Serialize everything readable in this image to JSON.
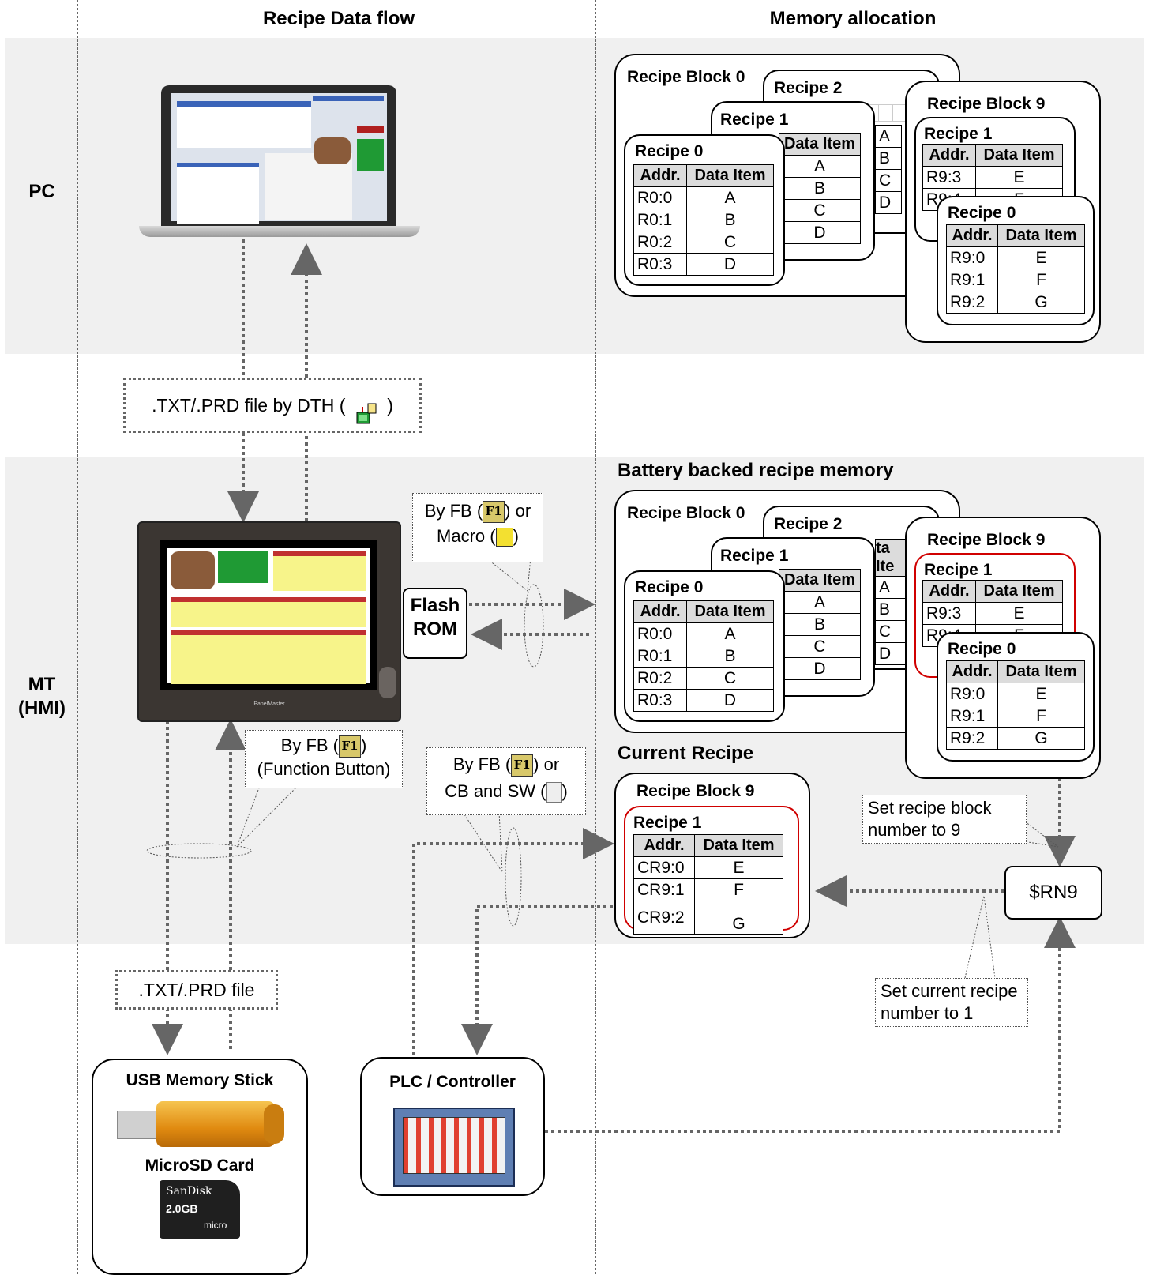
{
  "columns": {
    "flow": "Recipe Data flow",
    "memory": "Memory allocation"
  },
  "rows": {
    "pc": "PC",
    "mt_line1": "MT",
    "mt_line2": "(HMI)"
  },
  "pc_memory": {
    "block0": "Recipe Block 0",
    "recipe2": "Recipe 2",
    "recipe1": "Recipe 1",
    "recipe0": "Recipe 0",
    "block9": "Recipe Block 9",
    "b9_recipe1": "Recipe 1",
    "b9_recipe0": "Recipe 0"
  },
  "battery_memory": {
    "heading": "Battery backed recipe memory",
    "block0": "Recipe Block 0",
    "recipe2": "Recipe 2",
    "recipe1": "Recipe 1",
    "recipe0": "Recipe 0",
    "block9": "Recipe Block 9",
    "b9_recipe1": "Recipe 1",
    "b9_recipe0": "Recipe 0",
    "partial_header": "ta Ite"
  },
  "table_headers": {
    "addr": "Addr.",
    "item": "Data Item"
  },
  "recipe0_rows": [
    {
      "addr": "R0:0",
      "item": "A"
    },
    {
      "addr": "R0:1",
      "item": "B"
    },
    {
      "addr": "R0:2",
      "item": "C"
    },
    {
      "addr": "R0:3",
      "item": "D"
    }
  ],
  "letters": [
    "A",
    "B",
    "C",
    "D"
  ],
  "b9_recipe1_rows": [
    {
      "addr": "R9:3",
      "item": "E"
    },
    {
      "addr": "R9:4",
      "item": "F"
    }
  ],
  "b9_recipe0_rows": [
    {
      "addr": "R9:0",
      "item": "E"
    },
    {
      "addr": "R9:1",
      "item": "F"
    },
    {
      "addr": "R9:2",
      "item": "G"
    }
  ],
  "current_recipe": {
    "heading": "Current Recipe",
    "block": "Recipe Block 9",
    "recipe": "Recipe 1",
    "rows": [
      {
        "addr": "CR9:0",
        "item": "E"
      },
      {
        "addr": "CR9:1",
        "item": "F"
      },
      {
        "addr": "CR9:2",
        "item": "G"
      }
    ]
  },
  "labels": {
    "dth_file_pre": ".TXT/.PRD file by DTH (",
    "dth_file_post": ")",
    "flash_rom_1": "Flash",
    "flash_rom_2": "ROM",
    "fb_macro_1a": "By FB (",
    "fb_macro_1b": ") or",
    "fb_macro_2a": "Macro (",
    "fb_macro_2b": ")",
    "fb_button_1a": "By FB (",
    "fb_button_1b": ")",
    "fb_button_2": "(Function Button)",
    "fb_cb_1a": "By FB (",
    "fb_cb_1b": ") or",
    "fb_cb_2a": "CB and SW (",
    "fb_cb_2b": ")",
    "txt_file": ".TXT/.PRD file",
    "usb": "USB Memory Stick",
    "microsd": "MicroSD Card",
    "sd_brand": "SanDisk",
    "sd_size": "2.0GB",
    "sd_micro": "micro",
    "plc": "PLC / Controller",
    "rn9": "$RN9",
    "set_block_1": "Set recipe block",
    "set_block_2": "number to 9",
    "set_current_1": "Set current recipe",
    "set_current_2": "number to 1",
    "f1": "F1",
    "hmi_brand": "PanelMaster"
  }
}
